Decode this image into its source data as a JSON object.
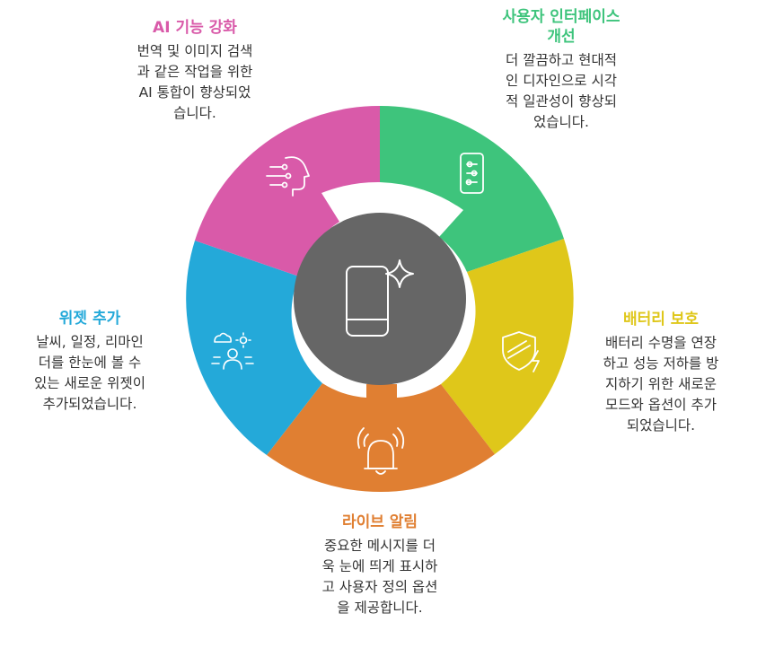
{
  "colors": {
    "green": "#3ec47c",
    "yellow": "#dfc71a",
    "orange": "#e07f32",
    "blue": "#24a9d9",
    "pink": "#d95aa9",
    "center": "#666666"
  },
  "center_icon": "phone-sparkle-icon",
  "segments": [
    {
      "key": "ui",
      "icon": "phone-sliders-icon",
      "title": "사용자 인터페이스\n개선",
      "desc": "더 깔끔하고 현대적\n인 디자인으로 시각\n적 일관성이 향상되\n었습니다."
    },
    {
      "key": "battery",
      "icon": "shield-bolt-icon",
      "title": "배터리 보호",
      "desc": "배터리 수명을 연장\n하고 성능 저하를 방\n지하기 위한 새로운\n모드와 옵션이 추가\n되었습니다."
    },
    {
      "key": "live",
      "icon": "bell-ringing-icon",
      "title": "라이브 알림",
      "desc": "중요한 메시지를 더\n욱 눈에 띄게 표시하\n고 사용자 정의 옵션\n을 제공합니다."
    },
    {
      "key": "widget",
      "icon": "weather-person-icon",
      "title": "위젯 추가",
      "desc": "날씨, 일정, 리마인\n더를 한눈에 볼 수\n있는 새로운 위젯이\n추가되었습니다."
    },
    {
      "key": "ai",
      "icon": "ai-head-icon",
      "title": "AI 기능 강화",
      "desc": "번역 및 이미지 검색\n과 같은 작업을 위한\nAI 통합이 향상되었\n습니다."
    }
  ]
}
